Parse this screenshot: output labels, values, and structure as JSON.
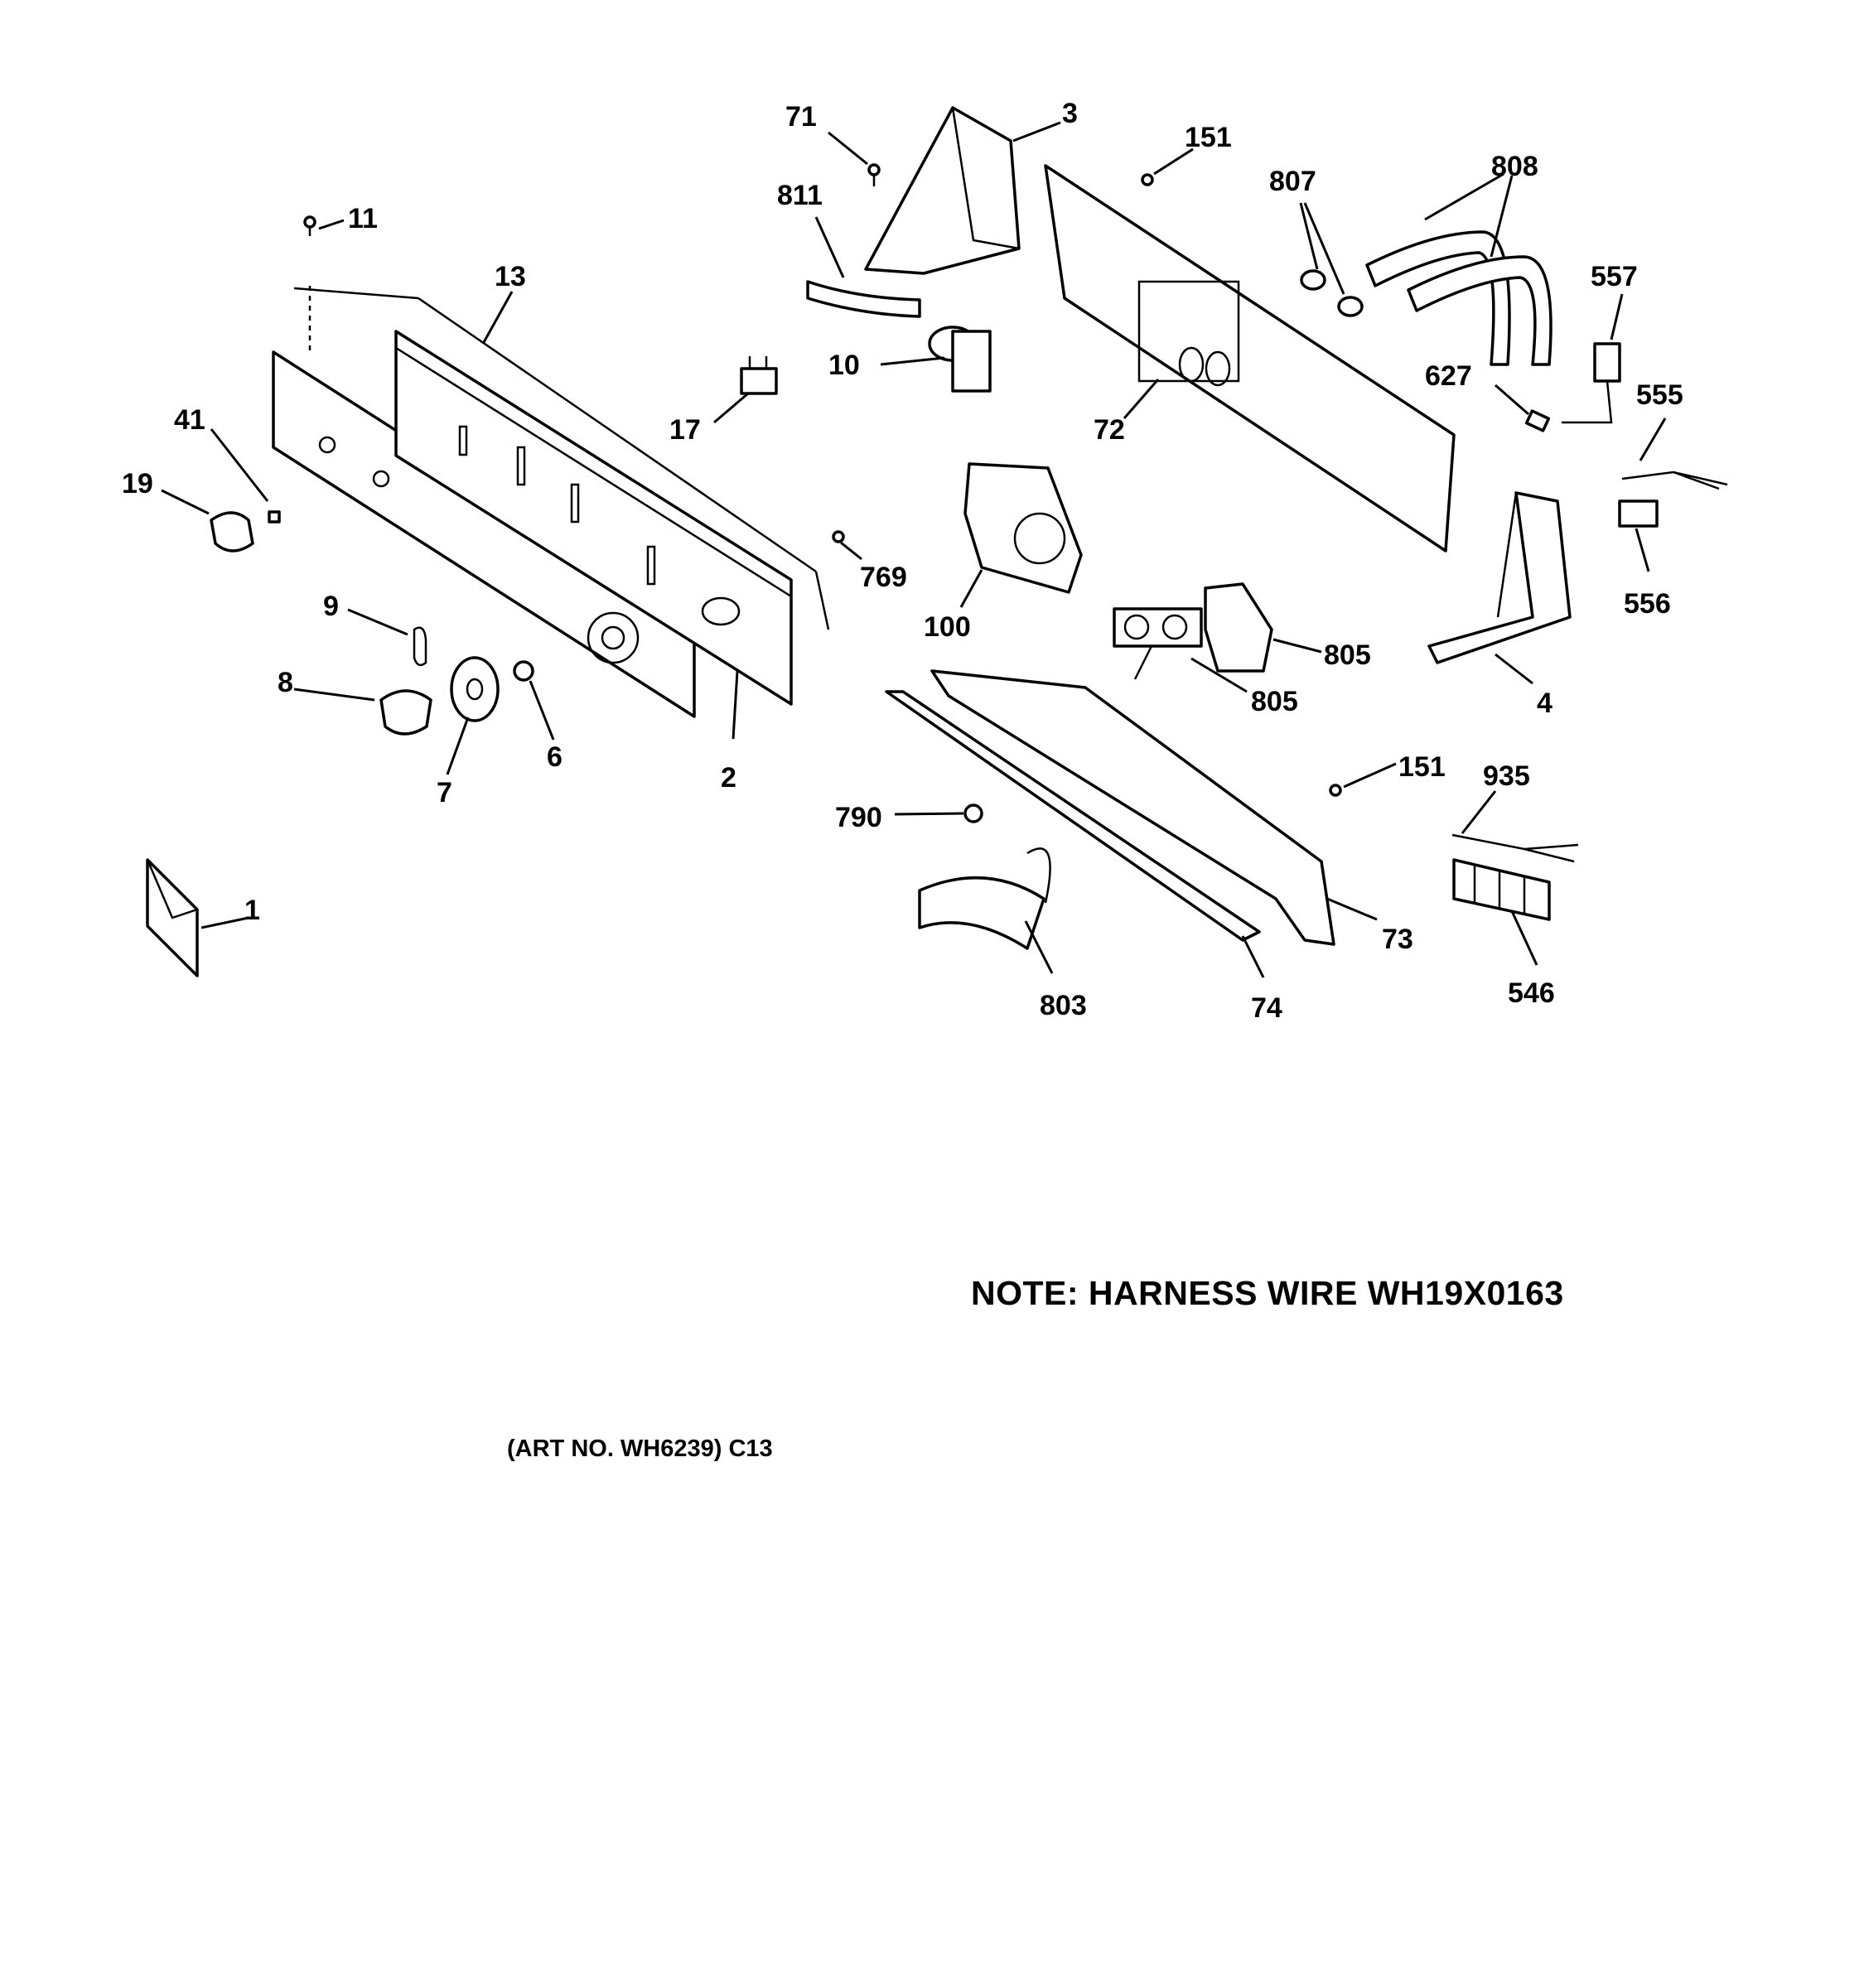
{
  "note": "NOTE: HARNESS WIRE WH19X0163",
  "art_number": "(ART NO. WH6239) C13",
  "callouts": [
    "71",
    "3",
    "151",
    "811",
    "807",
    "808",
    "11",
    "13",
    "557",
    "10",
    "627",
    "17",
    "72",
    "555",
    "41",
    "19",
    "769",
    "100",
    "556",
    "9",
    "805",
    "4",
    "8",
    "6",
    "7",
    "2",
    "151",
    "935",
    "790",
    "1",
    "73",
    "803",
    "74",
    "546"
  ]
}
